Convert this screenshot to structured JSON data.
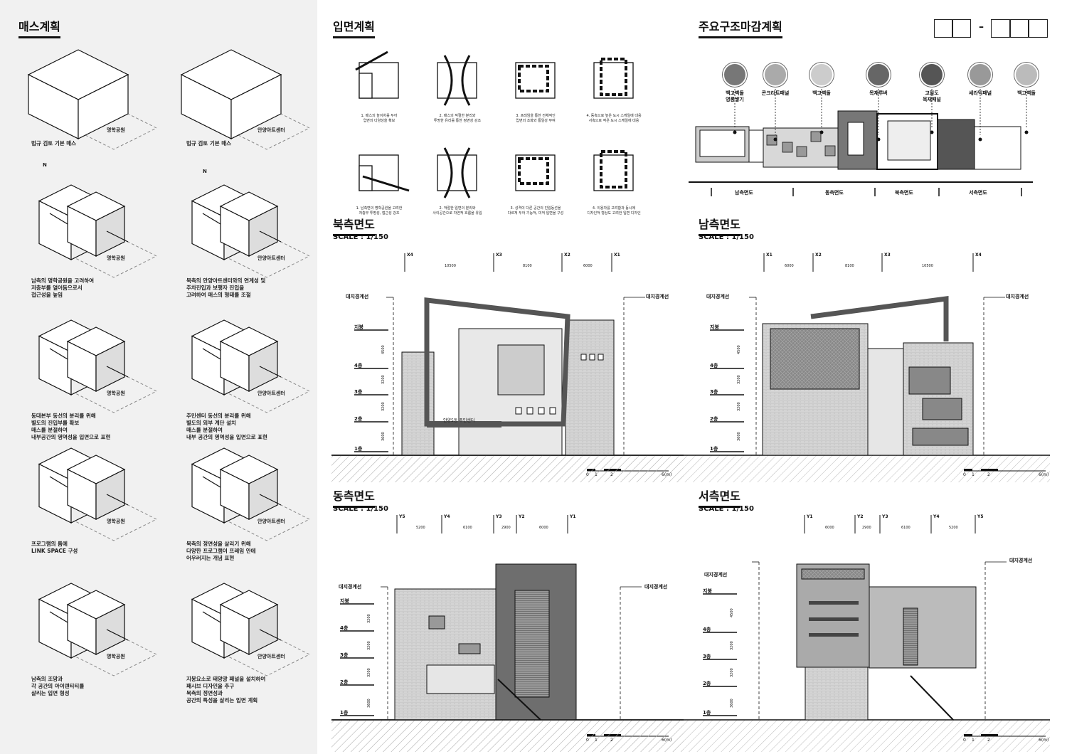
{
  "left": {
    "title": "매스계획",
    "north": "N",
    "site_left": "명학공원",
    "site_right": "안양아트센터",
    "captions_left": [
      "법규 검토 기본 매스",
      "남측의 명학공원을 고려하여\n저층부를 열어둠으로서\n접근성을 높임",
      "동대본부 동선의 분리를 위해\n별도의 진입부를 확보\n매스를 분절하여\n내부공간의 영역성을 입면으로 표현",
      "프로그램의 틈에\nLINK SPACE 구성",
      "남측의 조망과\n각 공간의 아이덴티티를\n살리는 입면 형성"
    ],
    "captions_right": [
      "법규 검토 기본 매스",
      "북측의 안양아트센터와의 연계성 및\n주차진입과 보행자 진입을\n고려하여 매스의 형태를 조절",
      "주민센터 동선의 분리를 위해\n별도의 외부 계단 설치\n매스를 분절하여\n내부 공간의 영역성을 입면으로 표현",
      "북측의 정면성을 살리기 위해\n다양한 프로그램이 프레임 안에\n어우러지는 개념 표현",
      "지붕요소로 태양광 패널을 설치하여\n패시브 디자인을 추구\n북측의 정면성과\n공간의 특성을 살리는 입면 계획"
    ]
  },
  "elevation_plan": {
    "title": "입면계획",
    "captions": [
      "1. 매스의 높이차를 두어\n입면의 다양성을 확보",
      "2. 매스의 적절한 분리와\n투명한 유리를 통한 정면성 강조",
      "3. 프레임을 통한 전체적인\n입면의 조화와 통일성 부여",
      "4. 동측으로 높은 도시 스케일에 대응\n서측으로 작은 도시 스케일에 대응",
      "1. 남측면의 명학공원을 고려한\n저층부 투명성, 접근성 강조",
      "2. 적절한 입면의 분리와\n사이공간으로 자연적 흐름을 유입",
      "3. 성격이 다른 공간의 진입동선을\n다르게 두어 기능적, 미적 입면을 구성",
      "4. 이용자를 고려함과 동시에\n디자인적 형상도 고려한 입면 디자인"
    ]
  },
  "materials": {
    "title": "주요구조마감계획",
    "items": [
      "백고벽돌\n영롱쌓기",
      "콘크리트패널",
      "백고벽돌",
      "목재루버",
      "고밀도\n목재패널",
      "세라믹패널",
      "백고벽돌"
    ],
    "bottom_labels": [
      "남측면도",
      "동측면도",
      "북측면도",
      "서측면도"
    ],
    "dash": "–"
  },
  "north_elev": {
    "title": "북측면도",
    "scale": "SCALE : 1/150",
    "grids": [
      "X4",
      "X3",
      "X2",
      "X1"
    ],
    "dims": [
      "10500",
      "8100",
      "6000"
    ],
    "boundary": "대지경계선",
    "floors": [
      "지붕",
      "4층",
      "3층",
      "2층",
      "1층"
    ],
    "heights": [
      "4500",
      "3200",
      "3200",
      "3600"
    ],
    "sign": "안양5동 주민센터",
    "scalebar": [
      "0",
      "1",
      "2",
      "6(m)"
    ]
  },
  "south_elev": {
    "title": "남측면도",
    "scale": "SCALE : 1/150",
    "grids": [
      "X1",
      "X2",
      "X3",
      "X4"
    ],
    "dims": [
      "6000",
      "8100",
      "10500"
    ],
    "boundary": "대지경계선",
    "floors": [
      "지붕",
      "4층",
      "3층",
      "2층",
      "1층"
    ],
    "heights": [
      "4500",
      "3200",
      "3200",
      "3600"
    ],
    "scalebar": [
      "0",
      "1",
      "2",
      "6(m)"
    ]
  },
  "east_elev": {
    "title": "동측면도",
    "scale": "SCALE : 1/150",
    "grids": [
      "Y5",
      "Y4",
      "Y3",
      "Y2",
      "Y1"
    ],
    "dims": [
      "5200",
      "6100",
      "2900",
      "6000"
    ],
    "boundary": "대지경계선",
    "floors": [
      "지붕",
      "4층",
      "3층",
      "2층",
      "1층"
    ],
    "heights": [
      "3200",
      "3200",
      "3200",
      "3600"
    ],
    "scalebar": [
      "0",
      "1",
      "2",
      "6(m)"
    ]
  },
  "west_elev": {
    "title": "서측면도",
    "scale": "SCALE : 1/150",
    "grids": [
      "Y1",
      "Y2",
      "Y3",
      "Y4",
      "Y5"
    ],
    "dims": [
      "6000",
      "2900",
      "6100",
      "5200"
    ],
    "boundary": "대지경계선",
    "floors": [
      "지붕",
      "4층",
      "3층",
      "2층",
      "1층"
    ],
    "heights": [
      "4500",
      "3200",
      "3200",
      "3600"
    ],
    "scalebar": [
      "0",
      "1",
      "2",
      "6(m)"
    ]
  }
}
